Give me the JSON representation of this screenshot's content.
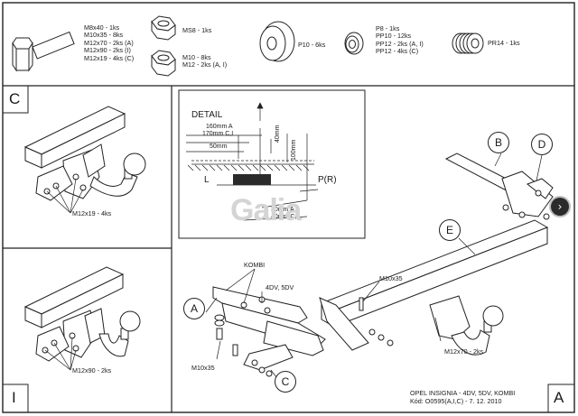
{
  "parts": {
    "bolts_label": "M8x40 - 1ks\nM10x35 - 8ks\nM12x70 - 2ks (A)\nM12x90 - 2ks (I)\nM12x19 - 4ks (C)",
    "nut_m8_label": "MS8 - 1ks",
    "nuts_label": "M10 - 8ks\nM12 - 2ks (A, I)",
    "washer_p10_label": "P10 - 6ks",
    "washers_label": "P8 - 1ks\nPP10 - 12ks\nPP12 - 2ks (A, I)\nPP12 - 4ks (C)",
    "spring_label": "PR14 - 1ks"
  },
  "panel_c": {
    "letter": "C",
    "bolt_label": "M12x19 - 4ks"
  },
  "panel_i": {
    "letter": "I",
    "bolt_label": "M12x90 - 2ks"
  },
  "detail": {
    "title": "DETAIL",
    "dim_a": "160mm A",
    "dim_ci": "170mm C,I",
    "dim_50": "50mm",
    "dim_40": "40mm",
    "dim_100": "100mm",
    "letter_l": "L",
    "letter_pr": "P(R)",
    "dim_30": "30mm A",
    "dim_40ci": "40mm C,I",
    "watermark": "Galia"
  },
  "main": {
    "callout_a": "A",
    "callout_b": "B",
    "callout_c": "C",
    "callout_d": "D",
    "callout_e": "E",
    "kombi": "KOMBI",
    "variant": "4DV, 5DV",
    "bolt_m10_top": "M10x35",
    "bolt_m10_left": "M10x35",
    "bolt_m12": "M12x70 - 2ks",
    "vehicle": "OPEL INSIGNIA - 4DV, 5DV, KOMBI",
    "code": "Kód: O0595(A,I,C) - 7. 12. 2010",
    "panel_letter": "A"
  },
  "nav": {
    "icon": "chevron-right-icon",
    "glyph": "›"
  }
}
